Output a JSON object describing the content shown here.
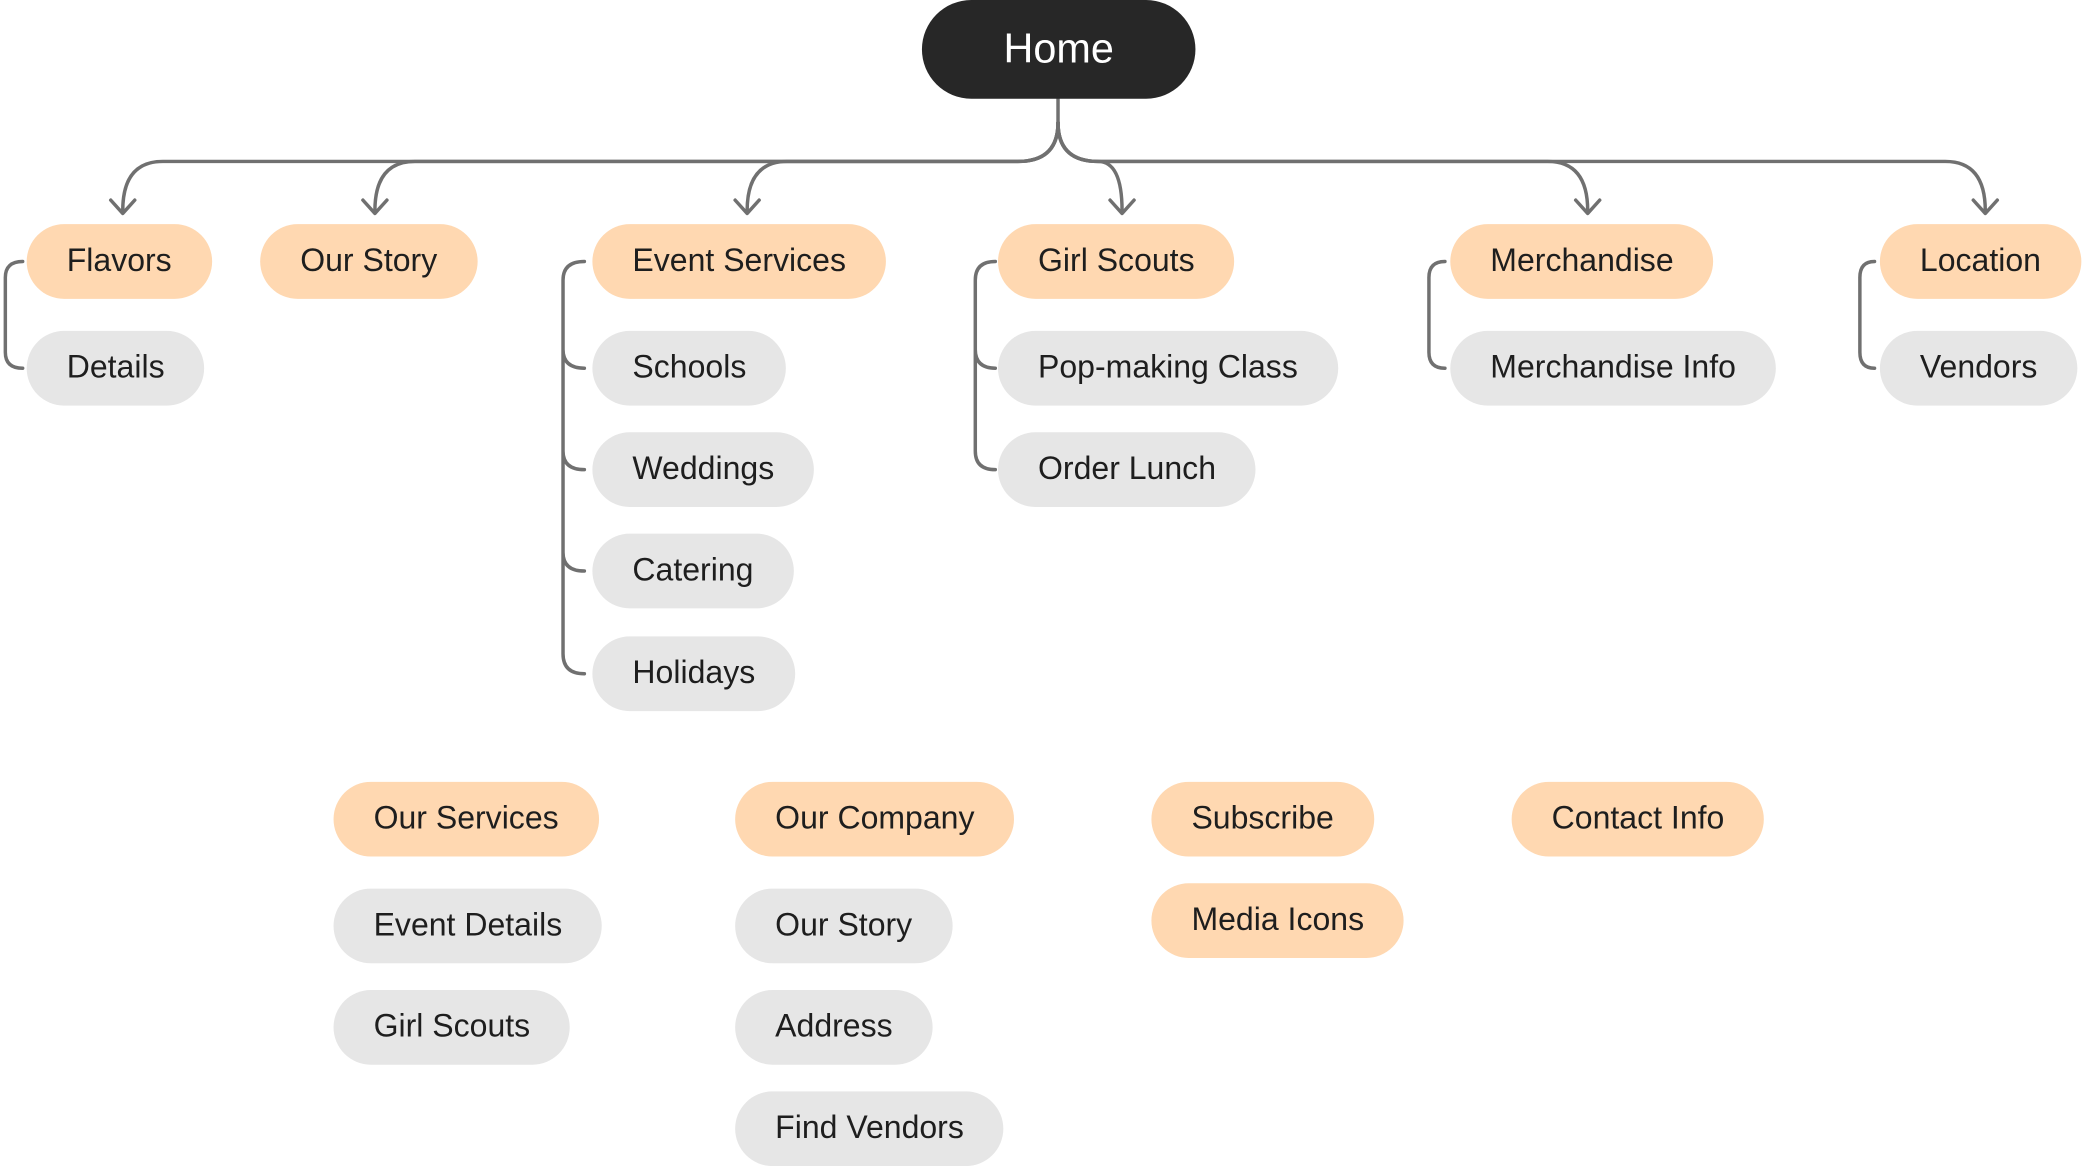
{
  "diagram": {
    "root": {
      "label": "Home"
    },
    "branches": [
      {
        "id": "flavors",
        "label": "Flavors",
        "children": [
          "Details"
        ]
      },
      {
        "id": "our-story",
        "label": "Our Story",
        "children": []
      },
      {
        "id": "event-services",
        "label": "Event Services",
        "children": [
          "Schools",
          "Weddings",
          "Catering",
          "Holidays"
        ]
      },
      {
        "id": "girl-scouts",
        "label": "Girl Scouts",
        "children": [
          "Pop-making Class",
          "Order Lunch"
        ]
      },
      {
        "id": "merchandise",
        "label": "Merchandise",
        "children": [
          "Merchandise Info"
        ]
      },
      {
        "id": "location",
        "label": "Location",
        "children": [
          "Vendors"
        ]
      }
    ],
    "footer_groups": [
      {
        "id": "our-services",
        "items": [
          {
            "label": "Our Services",
            "kind": "primary"
          },
          {
            "label": "Event Details",
            "kind": "secondary"
          },
          {
            "label": "Girl Scouts",
            "kind": "secondary"
          }
        ]
      },
      {
        "id": "our-company",
        "items": [
          {
            "label": "Our Company",
            "kind": "primary"
          },
          {
            "label": "Our Story",
            "kind": "secondary"
          },
          {
            "label": "Address",
            "kind": "secondary"
          },
          {
            "label": "Find Vendors",
            "kind": "secondary"
          }
        ]
      },
      {
        "id": "subscribe",
        "items": [
          {
            "label": "Subscribe",
            "kind": "primary"
          },
          {
            "label": "Media Icons",
            "kind": "primary"
          }
        ]
      },
      {
        "id": "contact-info",
        "items": [
          {
            "label": "Contact Info",
            "kind": "primary"
          }
        ]
      }
    ]
  },
  "colors": {
    "root_fill": "#272727",
    "root_text": "#ffffff",
    "primary_fill": "#ffd8b1",
    "secondary_fill": "#e6e6e6",
    "text": "#1e1e1e",
    "connector": "#707070"
  }
}
